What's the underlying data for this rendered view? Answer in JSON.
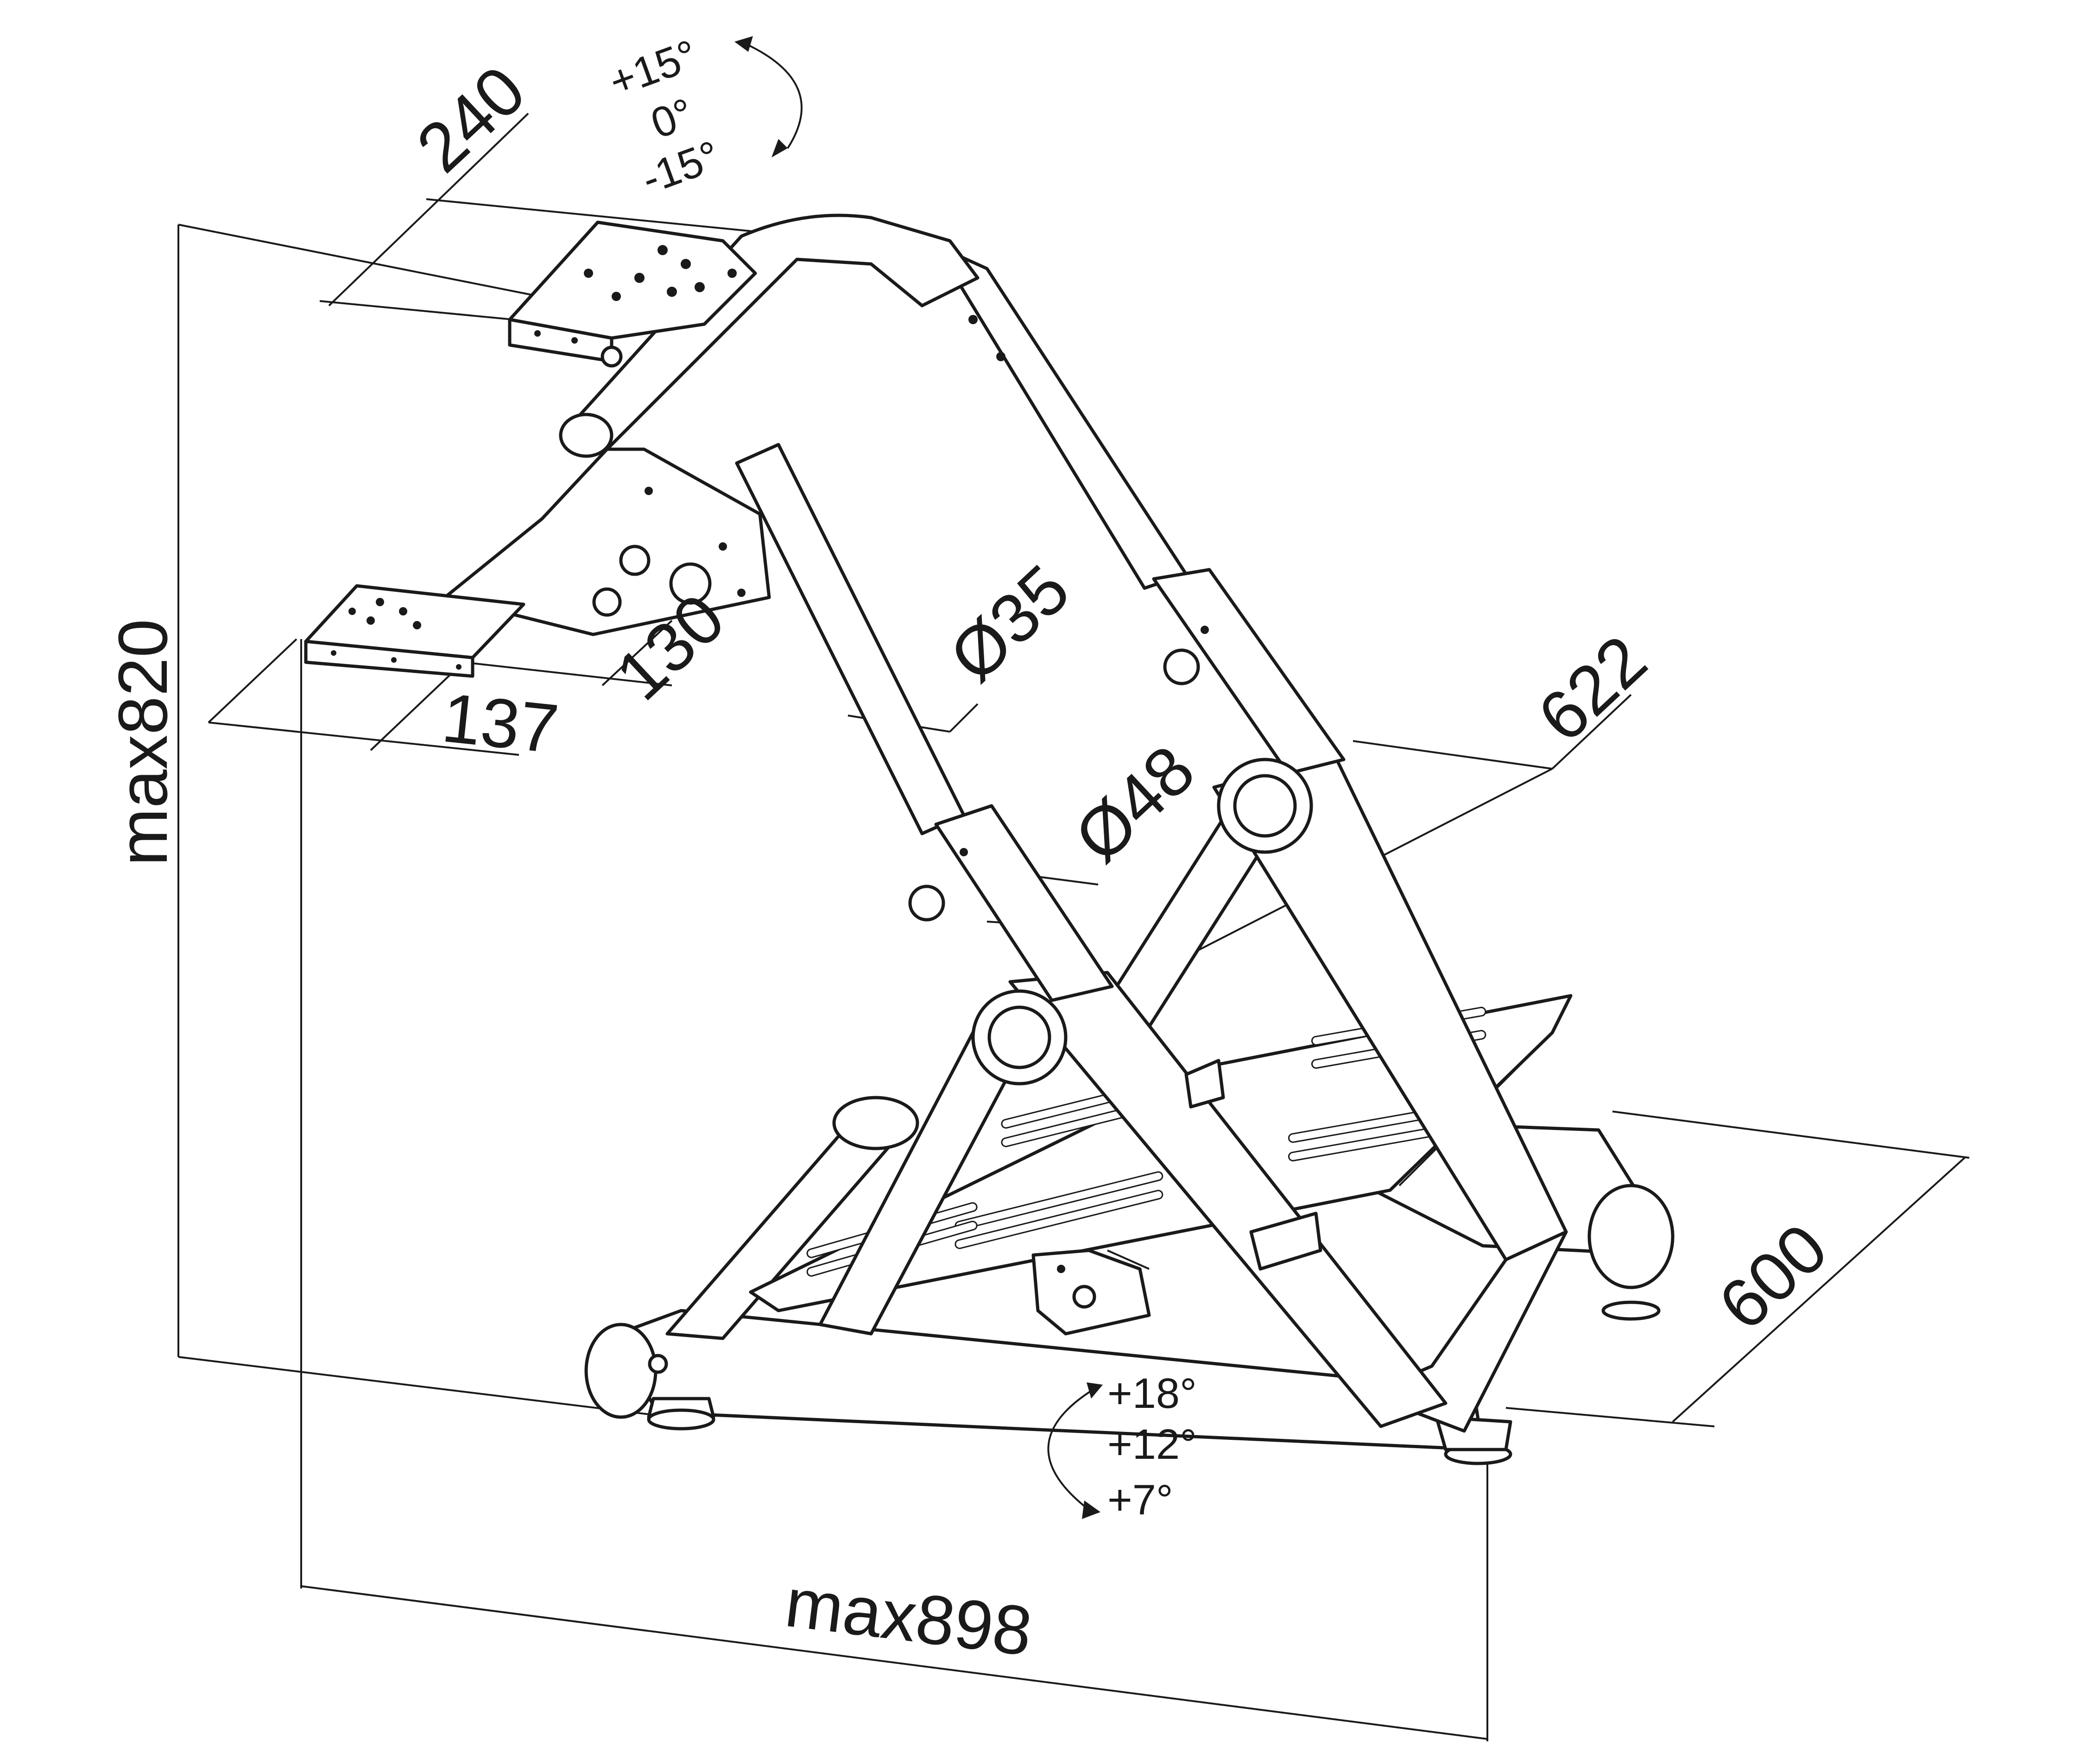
{
  "dimensions": {
    "wheel_plate_depth": "240",
    "shifter_plate_depth": "130",
    "shifter_plate_width": "137",
    "tube_small_diameter": "Ø35",
    "tube_large_diameter": "Ø48",
    "frame_width": "622",
    "base_width": "600",
    "max_height": "max820",
    "max_length": "max898"
  },
  "wheel_tilt": {
    "plus": "+15°",
    "zero": "0°",
    "minus": "-15°"
  },
  "pedal_tilt": {
    "high": "+18°",
    "mid": "+12°",
    "low": "+7°"
  },
  "colors": {
    "line": "#1a1a1a",
    "background": "#ffffff"
  }
}
